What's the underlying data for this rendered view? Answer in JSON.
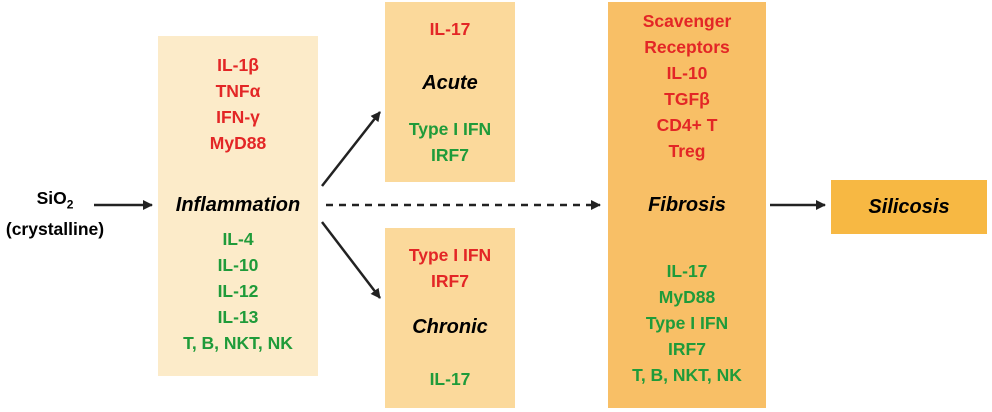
{
  "input": {
    "line1": "SiO",
    "subscript": "2",
    "line2": "(crystalline)"
  },
  "inflammation": {
    "upper": [
      "IL-1β",
      "TNFα",
      "IFN-γ",
      "MyD88"
    ],
    "title": "Inflammation",
    "lower": [
      "IL-4",
      "IL-10",
      "IL-12",
      "IL-13",
      "T, B, NKT, NK"
    ]
  },
  "acute": {
    "upper": [
      "IL-17"
    ],
    "title": "Acute",
    "lower": [
      "Type I IFN",
      "IRF7"
    ]
  },
  "chronic": {
    "upper": [
      "Type I IFN",
      "IRF7"
    ],
    "title": "Chronic",
    "lower": [
      "IL-17"
    ]
  },
  "fibrosis": {
    "upper": [
      "Scavenger",
      "Receptors",
      "IL-10",
      "TGFβ",
      "CD4+ T",
      "Treg"
    ],
    "title": "Fibrosis",
    "lower": [
      "IL-17",
      "MyD88",
      "Type I IFN",
      "IRF7",
      "T, B, NKT, NK"
    ]
  },
  "outcome": {
    "title": "Silicosis"
  },
  "colors": {
    "red": "#e32626",
    "green": "#1f9b3a",
    "arrow": "#222222"
  }
}
